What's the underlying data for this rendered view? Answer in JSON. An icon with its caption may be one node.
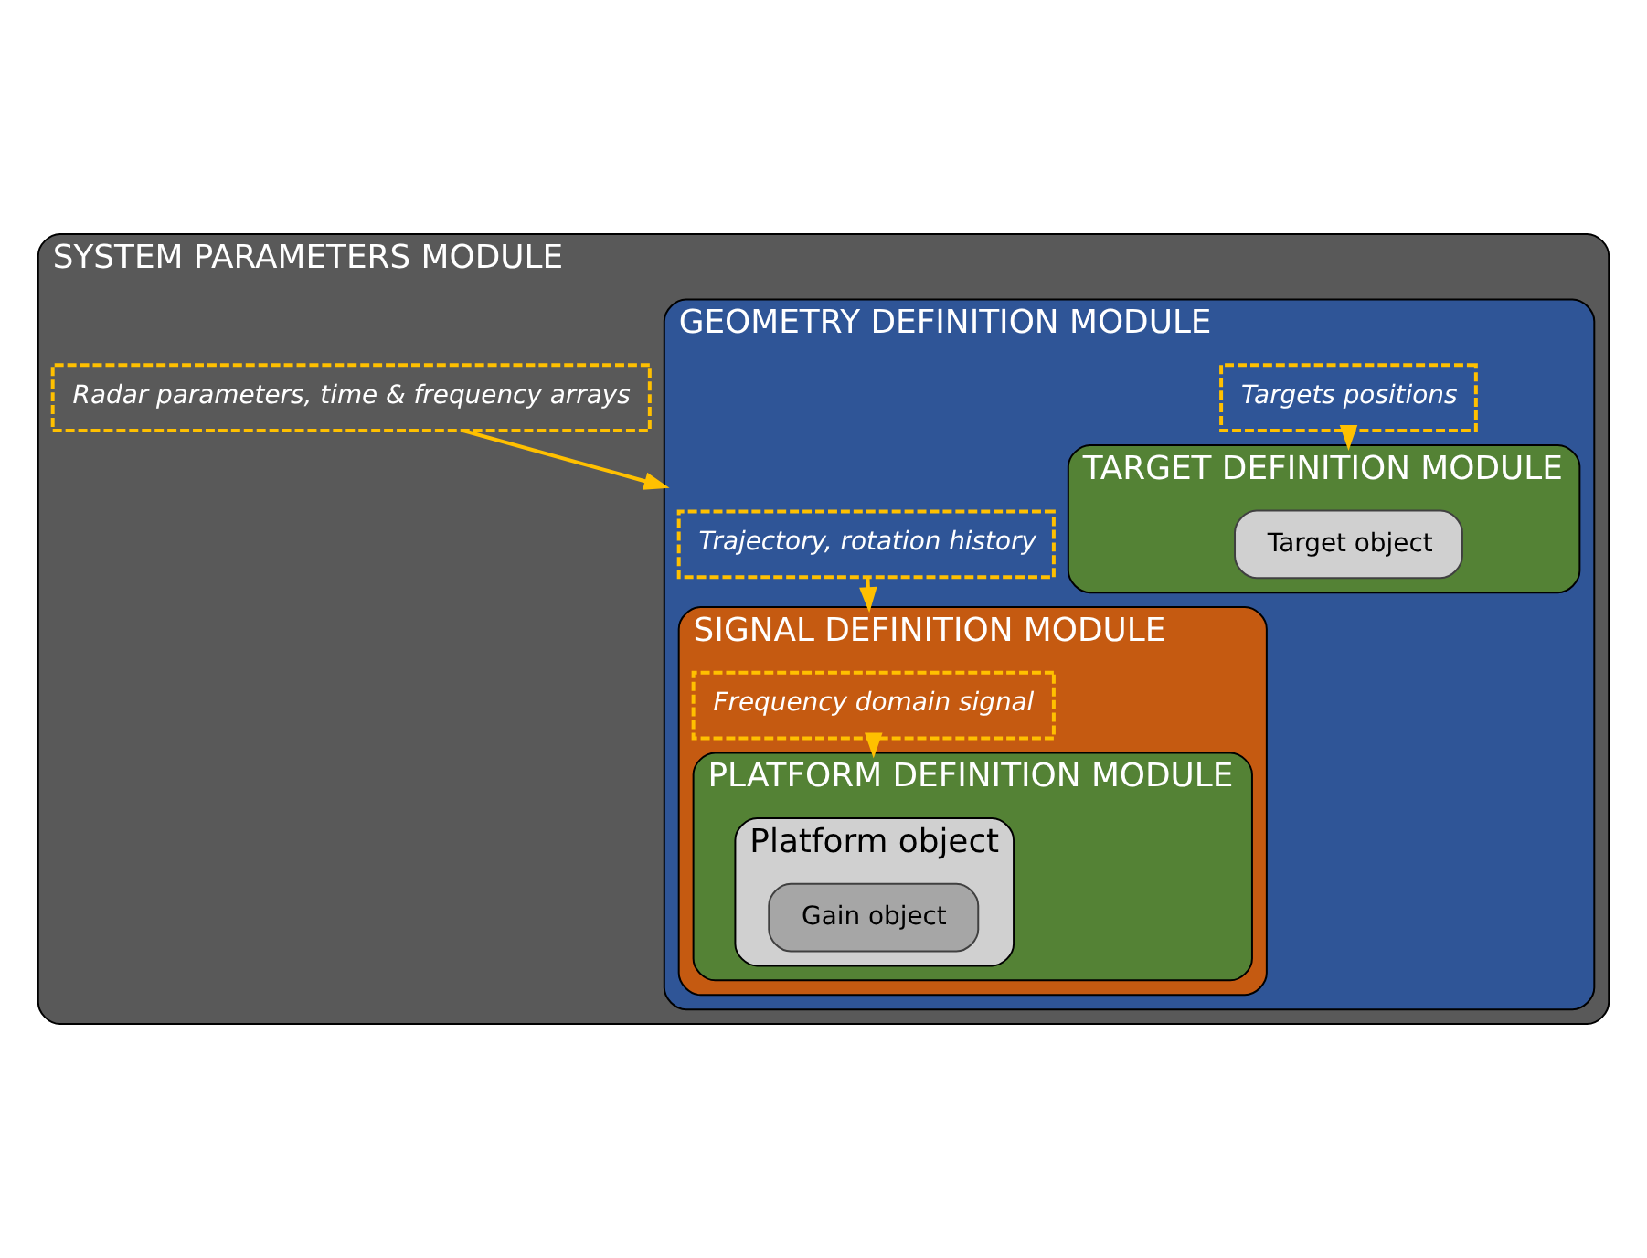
{
  "diagram": {
    "nodes": [
      {
        "text": [
          "SYSTEM PARAMETERS MODULE"
        ]
      },
      {
        "text": [
          "Radar parameters, time & frequency arrays"
        ],
        "in": 0
      },
      {
        "text": [
          "GEOMETRY DEFINITION MODULE"
        ],
        "in": 0
      },
      {
        "text": [
          "Trajectory, rotation history"
        ],
        "in": 2
      },
      {
        "text": [
          "Targets positions"
        ],
        "in": 2
      },
      {
        "text": [
          "SIGNAL DEFINITION MODULE"
        ],
        "in": 2
      },
      {
        "text": [
          "Frequency domain signal"
        ],
        "in": 5
      },
      {
        "text": [
          "PLATFORM DEFINITION MODULE"
        ],
        "in": 5
      },
      {
        "text": [
          "Platform object"
        ],
        "in": 7
      },
      {
        "text": [
          "Gain object"
        ],
        "in": 8
      },
      {
        "text": [
          "TARGET DEFINITION MODULE"
        ],
        "in": 2
      },
      {
        "text": [
          "Target object"
        ],
        "in": 10
      }
    ],
    "edges": [
      {
        "from": 1,
        "to": 2,
        "arrow": "to"
      },
      {
        "from": 3,
        "to": 5,
        "arrow": "to"
      },
      {
        "from": 6,
        "to": 7,
        "arrow": "to"
      },
      {
        "from": 4,
        "to": 10,
        "arrow": "to"
      }
    ]
  }
}
